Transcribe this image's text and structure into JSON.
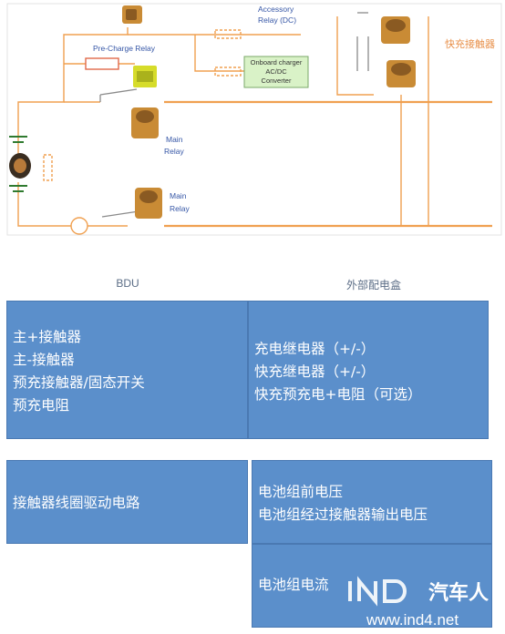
{
  "diagram": {
    "labels": {
      "accessory_relay_1": "Accessory",
      "accessory_relay_2": "Relay (DC)",
      "precharge_relay": "Pre-Charge Relay",
      "onboard_charger_1": "Onboard charger",
      "onboard_charger_2": "AC/DC",
      "onboard_charger_3": "Converter",
      "fast_charge_contactor": "快充接触器",
      "main_relay_upper_1": "Main",
      "main_relay_upper_2": "Relay",
      "main_relay_lower_1": "Main",
      "main_relay_lower_2": "Relay"
    },
    "colors": {
      "wire_orange": "#f0a050",
      "charger_fill": "#d9f2c7",
      "relay_brown": "#c98b35",
      "precharge_yellow": "#d6dc2a",
      "label_blue": "#3556a6"
    }
  },
  "headers": {
    "left": "BDU",
    "right": "外部配电盒"
  },
  "boxes": {
    "bdu_top": [
      "主+接触器",
      "主-接触器",
      "预充接触器/固态开关",
      "预充电阻"
    ],
    "ext_top": [
      "充电继电器（+/-）",
      "快充继电器（+/-）",
      "快充预充电+电阻（可选）"
    ],
    "bdu_bottom": [
      "接触器线圈驱动电路"
    ],
    "ext_mid": [
      "电池组前电压",
      "电池组经过接触器输出电压"
    ],
    "ext_bottom": [
      "电池组电流"
    ]
  },
  "colors": {
    "box_fill": "#5b8fcb",
    "box_border": "#4a79b2",
    "text": "#ffffff"
  },
  "watermark": {
    "brand": "汽车人",
    "url": "www.ind4.net"
  }
}
